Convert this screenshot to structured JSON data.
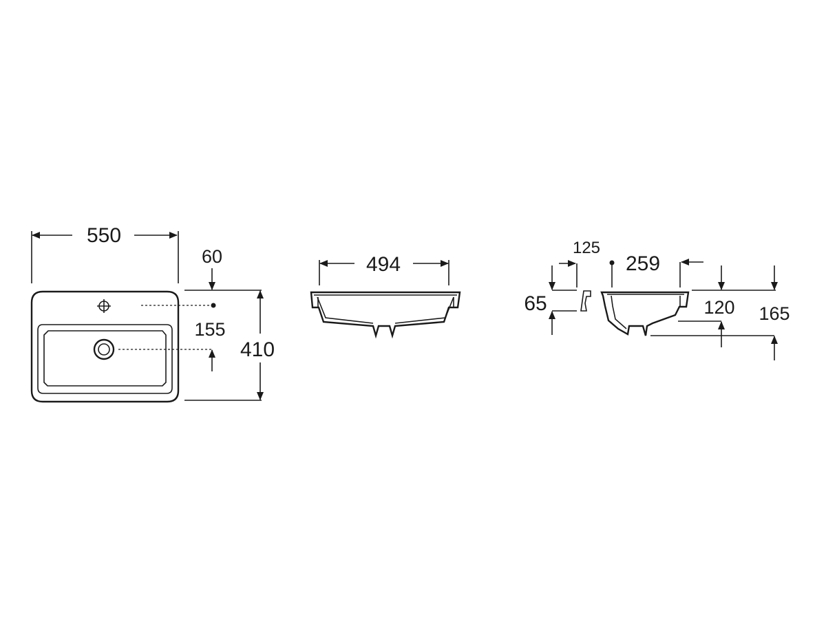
{
  "dimensions": {
    "top_width": "550",
    "tap_offset": "60",
    "waste_offset": "155",
    "top_depth": "410",
    "front_width": "494",
    "rim_width": "125",
    "bowl_width": "259",
    "rim_height": "65",
    "bowl_height": "120",
    "total_height": "165"
  },
  "colors": {
    "line": "#1a1a1a",
    "background": "#ffffff"
  }
}
